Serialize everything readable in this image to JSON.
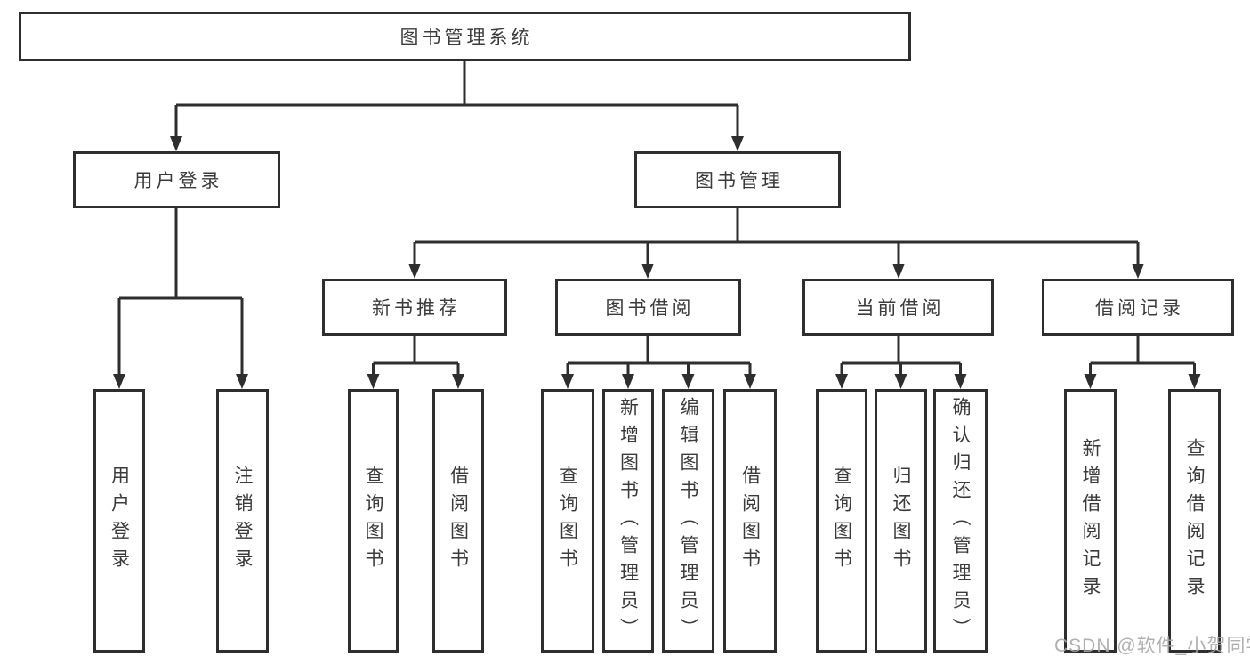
{
  "tree": {
    "root": "图书管理系统",
    "level2": [
      {
        "label": "用户登录",
        "leaves": [
          "用户登录",
          "注销登录"
        ]
      },
      {
        "label": "图书管理",
        "groups": [
          {
            "label": "新书推荐",
            "leaves": [
              "查询图书",
              "借阅图书"
            ]
          },
          {
            "label": "图书借阅",
            "leaves": [
              "查询图书",
              "新增图书（管理员）",
              "编辑图书（管理员）",
              "借阅图书"
            ]
          },
          {
            "label": "当前借阅",
            "leaves": [
              "查询图书",
              "归还图书",
              "确认归还（管理员）"
            ]
          },
          {
            "label": "借阅记录",
            "leaves": [
              "新增借阅记录",
              "查询借阅记录"
            ]
          }
        ]
      }
    ]
  },
  "watermark": "CSDN @软件_小贺同学",
  "colors": {
    "line": "#2e2e2e",
    "text": "#3b3b3b",
    "watermark": "#a8a8a8",
    "background": "#ffffff"
  }
}
